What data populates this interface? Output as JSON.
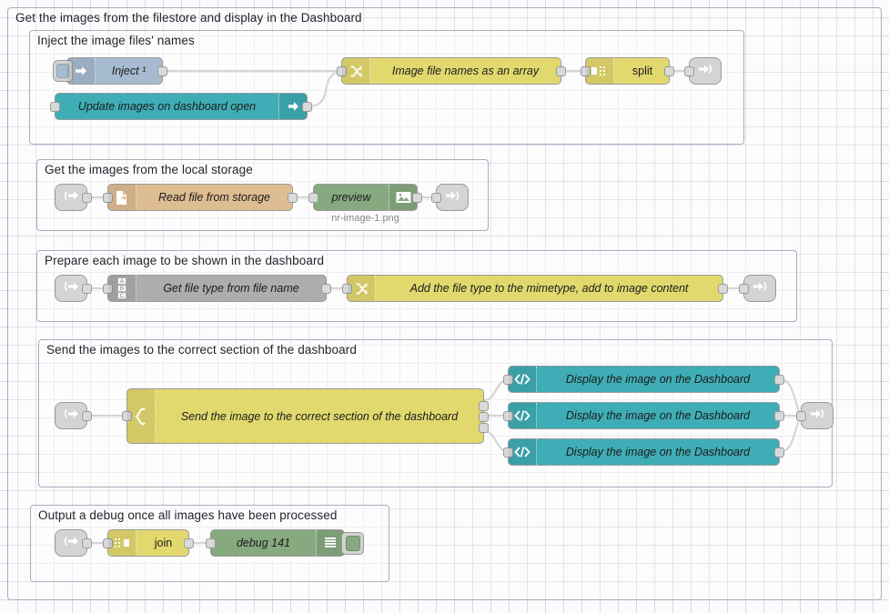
{
  "app": {
    "title": "Node-RED flow editor canvas"
  },
  "groups": [
    {
      "id": "outer",
      "label": "Get the images from the filestore and display in the Dashboard"
    },
    {
      "id": "inject",
      "label": "Inject the image files' names"
    },
    {
      "id": "local",
      "label": "Get the images from the local storage"
    },
    {
      "id": "prep",
      "label": "Prepare each image to be shown in the dashboard"
    },
    {
      "id": "send",
      "label": "Send the images to the correct section of the dashboard"
    },
    {
      "id": "debug",
      "label": "Output a debug once all images have been processed"
    }
  ],
  "nodes": {
    "inject": {
      "label": "Inject ¹",
      "icon": "inject-arrow-icon",
      "type": "inject"
    },
    "ui_control": {
      "label": "Update images on dashboard open",
      "icon": "ui-control-arrow-icon",
      "type": "ui"
    },
    "change_names": {
      "label": "Image file names as an array",
      "icon": "change-shuffle-icon",
      "type": "change"
    },
    "split": {
      "label": "split",
      "icon": "split-icon",
      "type": "split"
    },
    "read_file": {
      "label": "Read file from storage",
      "icon": "file-read-icon",
      "type": "file"
    },
    "preview": {
      "label": "preview",
      "icon": "image-preview-icon",
      "type": "preview",
      "status": "nr-image-1.png"
    },
    "get_file_type": {
      "label": "Get file type from file name",
      "icon": "abc-template-icon",
      "type": "template"
    },
    "add_mimetype": {
      "label": "Add the file type to the mimetype, add to image content",
      "icon": "change-shuffle-icon",
      "type": "change"
    },
    "switch_send": {
      "label": "Send the image to the correct section of the dashboard",
      "icon": "switch-icon",
      "type": "switch"
    },
    "display_1": {
      "label": "Display the image on the Dashboard",
      "icon": "code-template-icon",
      "type": "ui"
    },
    "display_2": {
      "label": "Display the image on the Dashboard",
      "icon": "code-template-icon",
      "type": "ui"
    },
    "display_3": {
      "label": "Display the image on the Dashboard",
      "icon": "code-template-icon",
      "type": "ui"
    },
    "join": {
      "label": "join",
      "icon": "join-icon",
      "type": "join"
    },
    "debug_node": {
      "label": "debug 141",
      "icon": "debug-list-icon",
      "type": "debug"
    }
  },
  "link_nodes": {
    "out_1": {
      "icon": "link-out-icon"
    },
    "in_1": {
      "icon": "link-in-icon"
    },
    "out_2": {
      "icon": "link-out-icon"
    },
    "in_2": {
      "icon": "link-in-icon"
    },
    "out_3": {
      "icon": "link-out-icon"
    },
    "in_3": {
      "icon": "link-in-icon"
    },
    "out_4": {
      "icon": "link-out-icon"
    },
    "in_4": {
      "icon": "link-in-icon"
    }
  },
  "colors": {
    "inject": "#a6bbcf",
    "function_yellow": "#e2d96e",
    "ui_teal": "#3fadb5",
    "debug_green": "#87a980",
    "file_tan": "#debd92",
    "template_grey": "#adadad",
    "link_grey": "#d4d4d4",
    "wire": "#9a9a9a",
    "group_border": "#a9adbd",
    "canvas": "#fbfbfd"
  }
}
